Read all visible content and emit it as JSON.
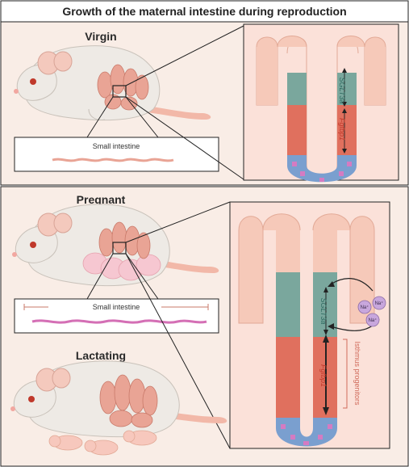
{
  "title": "Growth of the maternal intestine during reproduction",
  "panels": {
    "virgin": {
      "label": "Virgin",
      "inset_label": "Small intestine",
      "genes": {
        "sglt": "SGLT3a",
        "fgfbp": "Fgfbp1"
      }
    },
    "pregnant": {
      "label": "Pregnant",
      "inset_label": "Small intestine",
      "genes": {
        "sglt": "SGLT3a",
        "fgfbp": "Fgfbp1"
      },
      "progenitor_label": "Isthmus progenitors",
      "ions": [
        "Na⁺",
        "Na⁺",
        "Na⁺"
      ]
    },
    "lactating": {
      "label": "Lactating"
    }
  },
  "colors": {
    "background": "#f9ede6",
    "villus_pink": "#f6c9b9",
    "cell_teal": "#7aa79d",
    "cell_red": "#e0705e",
    "crypt_blue": "#7a9fcf",
    "crypt_magenta": "#d47bc2",
    "mouse_body": "#eeeae5",
    "mouse_ear": "#f4c9bd",
    "intestine": "#e9a495",
    "ion": "#c8a7dd",
    "sglt_text": "#2e6a60",
    "fgfbp_text": "#c0392b",
    "progenitor_text": "#d06a5a"
  }
}
